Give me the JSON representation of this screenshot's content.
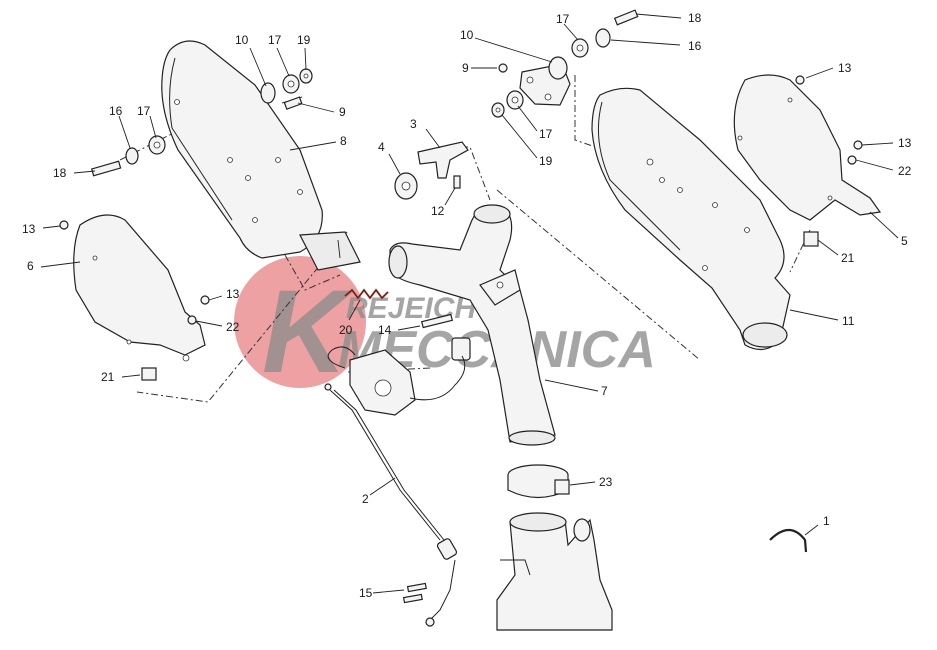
{
  "diagram": {
    "callouts": [
      {
        "id": "c1",
        "text": "1"
      },
      {
        "id": "c2",
        "text": "2"
      },
      {
        "id": "c3",
        "text": "3"
      },
      {
        "id": "c4",
        "text": "4"
      },
      {
        "id": "c5",
        "text": "5"
      },
      {
        "id": "c6",
        "text": "6"
      },
      {
        "id": "c7",
        "text": "7"
      },
      {
        "id": "c8",
        "text": "8"
      },
      {
        "id": "c9a",
        "text": "9"
      },
      {
        "id": "c9b",
        "text": "9"
      },
      {
        "id": "c10a",
        "text": "10"
      },
      {
        "id": "c10b",
        "text": "10"
      },
      {
        "id": "c11",
        "text": "11"
      },
      {
        "id": "c12",
        "text": "12"
      },
      {
        "id": "c13a",
        "text": "13"
      },
      {
        "id": "c13b",
        "text": "13"
      },
      {
        "id": "c13c",
        "text": "13"
      },
      {
        "id": "c13d",
        "text": "13"
      },
      {
        "id": "c14",
        "text": "14"
      },
      {
        "id": "c15",
        "text": "15"
      },
      {
        "id": "c16a",
        "text": "16"
      },
      {
        "id": "c16b",
        "text": "16"
      },
      {
        "id": "c17a",
        "text": "17"
      },
      {
        "id": "c17b",
        "text": "17"
      },
      {
        "id": "c17c",
        "text": "17"
      },
      {
        "id": "c17d",
        "text": "17"
      },
      {
        "id": "c18a",
        "text": "18"
      },
      {
        "id": "c18b",
        "text": "18"
      },
      {
        "id": "c19a",
        "text": "19"
      },
      {
        "id": "c19b",
        "text": "19"
      },
      {
        "id": "c20",
        "text": "20"
      },
      {
        "id": "c21a",
        "text": "21"
      },
      {
        "id": "c21b",
        "text": "21"
      },
      {
        "id": "c22a",
        "text": "22"
      },
      {
        "id": "c22b",
        "text": "22"
      },
      {
        "id": "c23",
        "text": "23"
      }
    ]
  },
  "watermark": {
    "line1": "REJEICH",
    "line2": "MECCANICA",
    "mark_letter": "K",
    "circle_color": "#e8898b",
    "text_color": "#8d8d8d"
  }
}
